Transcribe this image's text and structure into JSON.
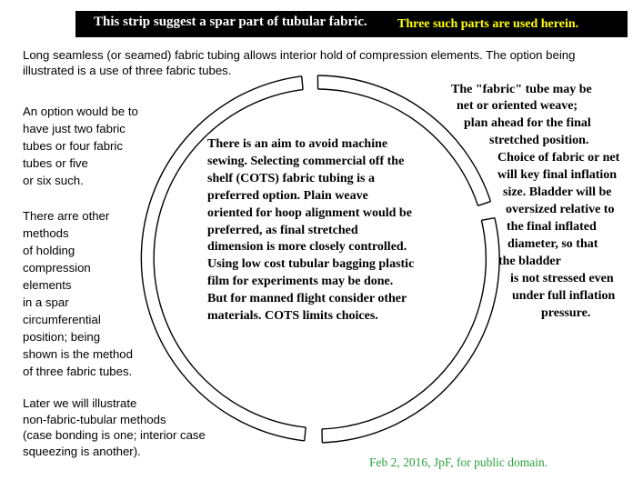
{
  "banner": {
    "left_text": "This strip suggest a spar part of tubular fabric.",
    "right_text": "Three such parts are used herein."
  },
  "intro": {
    "lines": [
      "Long seamless (or seamed) fabric tubing allows interior hold of compression elements. The option being",
      "illustrated is a use of three fabric tubes."
    ]
  },
  "left_options": {
    "lines": [
      "An option would be to",
      "have just two fabric",
      "tubes or four fabric",
      "tubes or five",
      "or six such."
    ]
  },
  "left_methods": {
    "lines": [
      "There arre other",
      "methods",
      "of holding",
      "compression",
      "elements",
      "in a spar",
      "circumferential",
      "position; being",
      "shown is the method",
      "of three fabric tubes."
    ]
  },
  "left_later": {
    "lines": [
      "Later we will illustrate",
      "non-fabric-tubular methods",
      "(case bonding is one; interior case",
      "squeezing is another)."
    ]
  },
  "center": {
    "lines": [
      "There is an aim to avoid machine",
      "sewing. Selecting commercial off the",
      "shelf (COTS) fabric tubing is a",
      "preferred option. Plain weave",
      "oriented for hoop alignment would be",
      "preferred, as final stretched",
      "dimension is more closely controlled.",
      "Using low cost tubular bagging plastic",
      "film for experiments may be  done.",
      "But for manned flight consider other",
      "materials. COTS limits choices."
    ]
  },
  "right": {
    "lines": [
      "The \"fabric\" tube may be",
      "net or oriented weave;",
      "plan ahead for the final",
      "stretched position.",
      "Choice of fabric or net",
      "will key final inflation",
      "size.  Bladder will be",
      "oversized relative to",
      "the  final inflated",
      "diameter, so that",
      "the bladder",
      "is not stressed even",
      "under full inflation",
      "pressure."
    ]
  },
  "footer": "Feb 2, 2016, JpF, for public domain."
}
